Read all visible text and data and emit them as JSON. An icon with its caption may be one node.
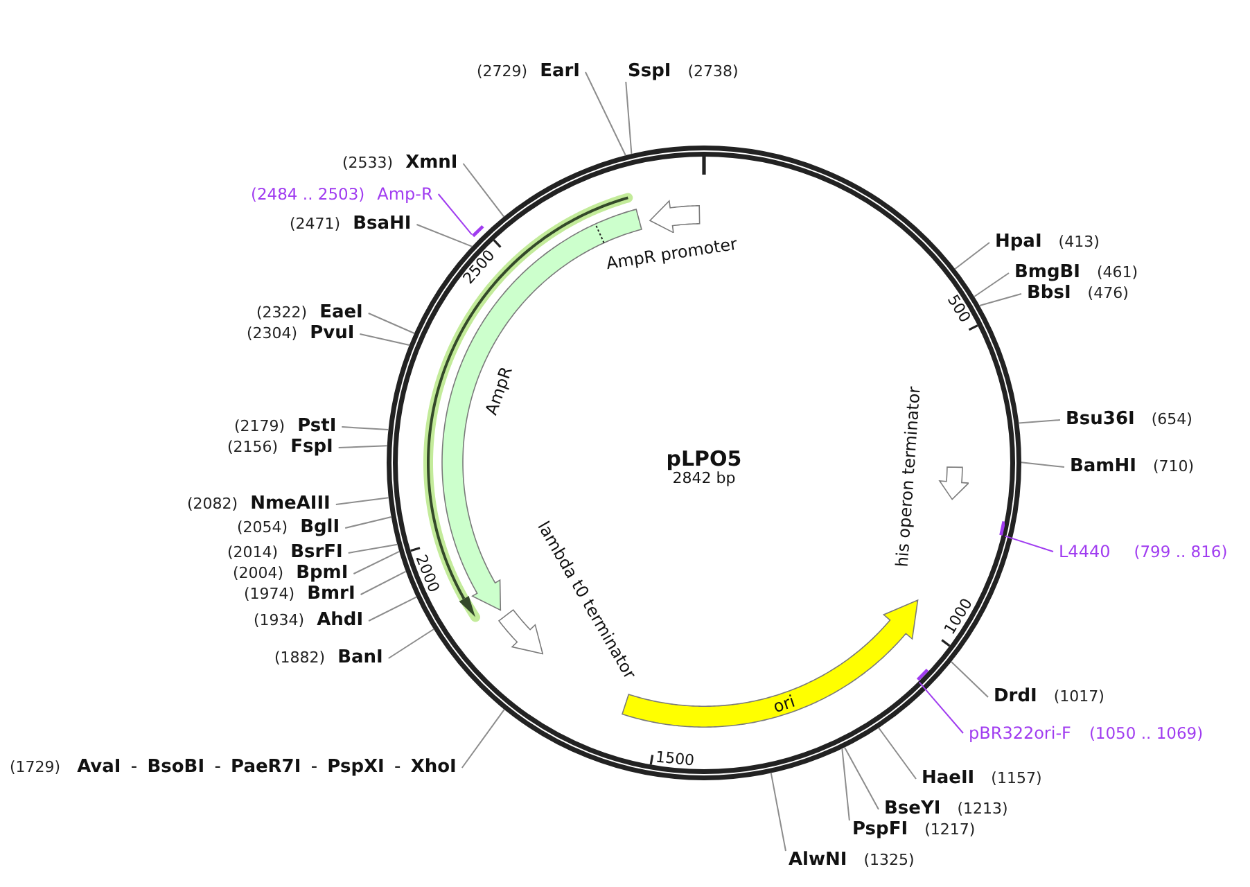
{
  "diagram": {
    "nodes": [
      {
        "text": [
          "(2729)",
          "EarI"
        ]
      },
      {
        "text": [
          "SspI",
          "(2738)"
        ]
      },
      {
        "text": [
          "(2533)",
          "XmnI"
        ]
      },
      {
        "text": [
          "(2484 .. 2503)",
          "Amp-R"
        ]
      },
      {
        "text": [
          "(2471)",
          "BsaHI"
        ]
      },
      {
        "text": [
          "HpaI",
          "(413)"
        ]
      },
      {
        "text": [
          "BmgBI",
          "(461)"
        ]
      },
      {
        "text": [
          "BbsI",
          "(476)"
        ]
      },
      {
        "text": [
          "(2322)",
          "EaeI"
        ]
      },
      {
        "text": [
          "(2304)",
          "PvuI"
        ]
      },
      {
        "text": [
          "Bsu36I",
          "(654)"
        ]
      },
      {
        "text": [
          "(2179)",
          "PstI"
        ]
      },
      {
        "text": [
          "(2156)",
          "FspI"
        ]
      },
      {
        "text": [
          "BamHI",
          "(710)"
        ]
      },
      {
        "text": [
          "(2082)",
          "NmeAIII"
        ]
      },
      {
        "text": [
          "(2054)",
          "BglI"
        ]
      },
      {
        "text": [
          "L4440",
          "(799 .. 816)"
        ]
      },
      {
        "text": [
          "(2014)",
          "BsrFI"
        ]
      },
      {
        "text": [
          "(2004)",
          "BpmI"
        ]
      },
      {
        "text": [
          "(1974)",
          "BmrI"
        ]
      },
      {
        "text": [
          "(1934)",
          "AhdI"
        ]
      },
      {
        "text": [
          "(1882)",
          "BanI"
        ]
      },
      {
        "text": [
          "DrdI",
          "(1017)"
        ]
      },
      {
        "text": [
          "pBR322ori-F",
          "(1050 .. 1069)"
        ]
      },
      {
        "text": [
          "(1729)",
          "**AvaI** - **BsoBI** - **PaeR7I** - **PspXI** - **XhoI**"
        ]
      },
      {
        "text": [
          "HaeII",
          "(1157)"
        ]
      },
      {
        "text": [
          "BseYI",
          "(1213)"
        ]
      },
      {
        "text": [
          "PspFI",
          "(1217)"
        ]
      },
      {
        "text": [
          "AlwNI",
          "(1325)"
        ]
      },
      {
        "text": [
          "pLPO5",
          "2842 bp"
        ]
      },
      {
        "text": [],
        "shape": "bar"
      },
      {
        "text": [
          "AmpR promoter"
        ],
        "in": 29
      },
      {
        "text": [
          "AmpR"
        ],
        "in": 29
      },
      {
        "text": [
          "lambda t0 terminator"
        ],
        "in": 29
      },
      {
        "text": [
          "his operon terminator"
        ],
        "in": 29
      },
      {
        "text": [
          "ori"
        ],
        "in": 29
      },
      {
        "text": [],
        "shape": "bar",
        "in": 29
      },
      {
        "text": [],
        "shape": "bar",
        "in": 29
      }
    ],
    "edges": [
      {
        "from": 0,
        "to": 29,
        "arrow": "none"
      },
      {
        "from": 1,
        "to": 29,
        "arrow": "none"
      },
      {
        "from": 2,
        "to": 29,
        "arrow": "none"
      },
      {
        "from": 3,
        "to": 30,
        "arrow": "none",
        "color": "#a03cf0"
      },
      {
        "from": 4,
        "to": 29,
        "arrow": "none"
      },
      {
        "from": 5,
        "to": 29,
        "arrow": "none"
      },
      {
        "from": 6,
        "to": 29,
        "arrow": "none"
      },
      {
        "from": 7,
        "to": 29,
        "arrow": "none"
      },
      {
        "from": 8,
        "to": 29,
        "arrow": "none"
      },
      {
        "from": 9,
        "to": 29,
        "arrow": "none"
      },
      {
        "from": 10,
        "to": 29,
        "arrow": "none"
      },
      {
        "from": 11,
        "to": 29,
        "arrow": "none"
      },
      {
        "from": 12,
        "to": 29,
        "arrow": "none"
      },
      {
        "from": 13,
        "to": 29,
        "arrow": "none"
      },
      {
        "from": 14,
        "to": 29,
        "arrow": "none"
      },
      {
        "from": 15,
        "to": 29,
        "arrow": "none"
      },
      {
        "from": 16,
        "to": 36,
        "arrow": "none",
        "color": "#a03cf0"
      },
      {
        "from": 17,
        "to": 29,
        "arrow": "none"
      },
      {
        "from": 18,
        "to": 29,
        "arrow": "none"
      },
      {
        "from": 19,
        "to": 29,
        "arrow": "none"
      },
      {
        "from": 20,
        "to": 29,
        "arrow": "none"
      },
      {
        "from": 21,
        "to": 29,
        "arrow": "none"
      },
      {
        "from": 22,
        "to": 29,
        "arrow": "none"
      },
      {
        "from": 23,
        "to": 37,
        "arrow": "none",
        "color": "#a03cf0"
      },
      {
        "from": 24,
        "to": 29,
        "arrow": "none"
      },
      {
        "from": 25,
        "to": 29,
        "arrow": "none"
      },
      {
        "from": 26,
        "to": 29,
        "arrow": "none"
      },
      {
        "from": 27,
        "to": 29,
        "arrow": "none"
      },
      {
        "from": 28,
        "to": 29,
        "arrow": "none"
      }
    ],
    "labels": [
      "2500",
      "500",
      "2000",
      "1000",
      "1500"
    ]
  }
}
